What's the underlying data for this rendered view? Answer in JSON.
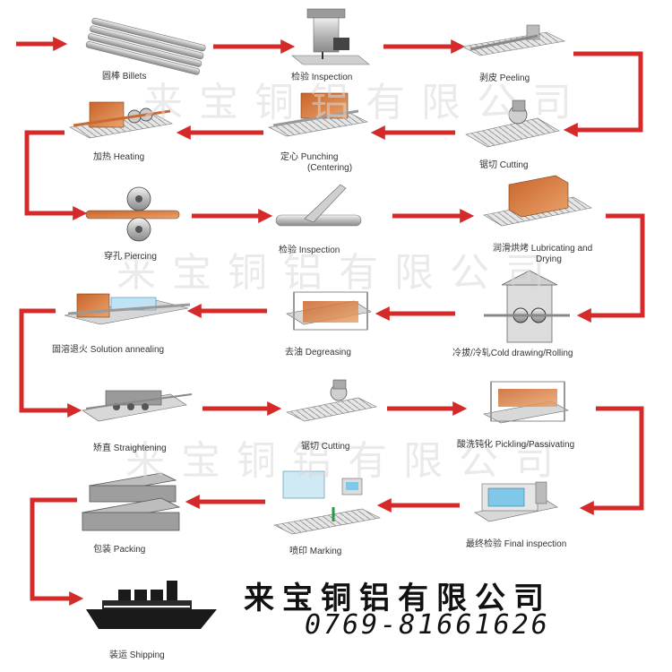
{
  "diagram": {
    "arrow_color": "#d42a2a",
    "steps": [
      {
        "id": "billets",
        "label": "圆棒  Billets"
      },
      {
        "id": "inspection1",
        "label": "检验   Inspection"
      },
      {
        "id": "peeling",
        "label": "剥皮 Peeling"
      },
      {
        "id": "cutting1",
        "label": "锯切 Cutting"
      },
      {
        "id": "punching",
        "label": "定心  Punching",
        "label2": "(Centering)"
      },
      {
        "id": "heating",
        "label": "加热  Heating"
      },
      {
        "id": "piercing",
        "label": "穿孔 Piercing"
      },
      {
        "id": "inspection2",
        "label": "检验  Inspection"
      },
      {
        "id": "lubricating",
        "label": "润滑烘烤  Lubricating and",
        "label2": "Drying"
      },
      {
        "id": "cold_drawing",
        "label": "冷拔/冷轧Cold drawing/Rolling"
      },
      {
        "id": "degreasing",
        "label": "去油   Degreasing"
      },
      {
        "id": "solution_annealing",
        "label": "固溶退火 Solution annealing"
      },
      {
        "id": "straightening",
        "label": "矫直   Straightening"
      },
      {
        "id": "cutting2",
        "label": "锯切 Cutting"
      },
      {
        "id": "pickling",
        "label": "酸洗钝化 Pickling/Passivating"
      },
      {
        "id": "final_inspection",
        "label": "最终检验 Final inspection"
      },
      {
        "id": "marking",
        "label": "喷印   Marking"
      },
      {
        "id": "packing",
        "label": "包装  Packing"
      },
      {
        "id": "shipping",
        "label": "装运   Shipping"
      }
    ]
  },
  "watermark": {
    "text": "来宝铜铝有限公司"
  },
  "company": {
    "name": "来宝铜铝有限公司",
    "phone": "0769-81661626"
  }
}
